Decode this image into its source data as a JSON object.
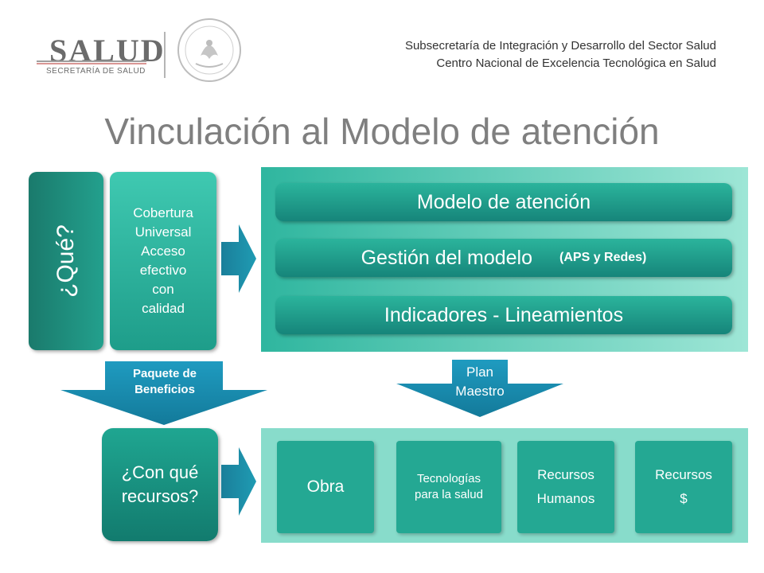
{
  "header": {
    "logo_word": "SALUD",
    "logo_sub": "SECRETARÍA DE SALUD",
    "org_line1": "Subsecretaría de Integración y Desarrollo del Sector Salud",
    "org_line2": "Centro Nacional de Excelencia Tecnológica en Salud"
  },
  "title": "Vinculación al Modelo de atención",
  "left": {
    "que_label": "¿Qué?",
    "cobertura_lines": [
      "Cobertura",
      "Universal",
      "Acceso",
      "efectivo",
      "con",
      "calidad"
    ]
  },
  "top_panel": {
    "bar1": "Modelo de atención",
    "bar2": "Gestión del modelo",
    "bar2_note": "(APS y Redes)",
    "bar3": "Indicadores - Lineamientos"
  },
  "connectors": {
    "paquete_line1": "Paquete de",
    "paquete_line2": "Beneficios",
    "plan_line1": "Plan",
    "plan_line2": "Maestro"
  },
  "bottom": {
    "con_line1": "¿Con qué",
    "con_line2": "recursos?",
    "card1": "Obra",
    "card2_line1": "Tecnologías",
    "card2_line2": "para la salud",
    "card3_line1": "Recursos",
    "card3_line2": "Humanos",
    "card4_line1": "Recursos",
    "card4_line2": "$"
  },
  "colors": {
    "teal_dark": "#16857a",
    "teal": "#24a893",
    "teal_light": "#9ee6d6",
    "title_gray": "#7f7f7f"
  }
}
